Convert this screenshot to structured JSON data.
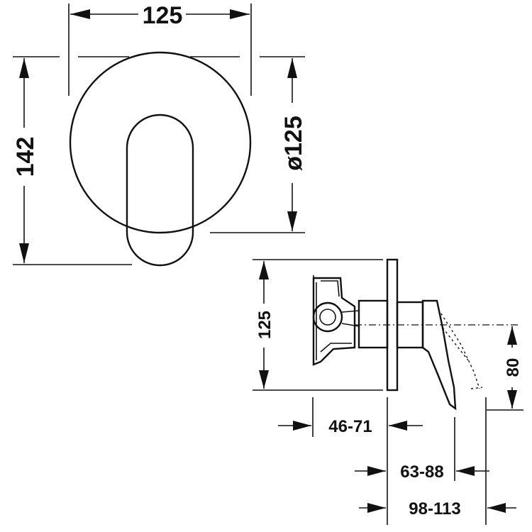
{
  "dimensions": {
    "front_width": "125",
    "front_height": "142",
    "front_diameter": "ø125",
    "side_height": "125",
    "lever_height": "80",
    "depth_a": "46-71",
    "depth_b": "63-88",
    "depth_c": "98-113"
  }
}
